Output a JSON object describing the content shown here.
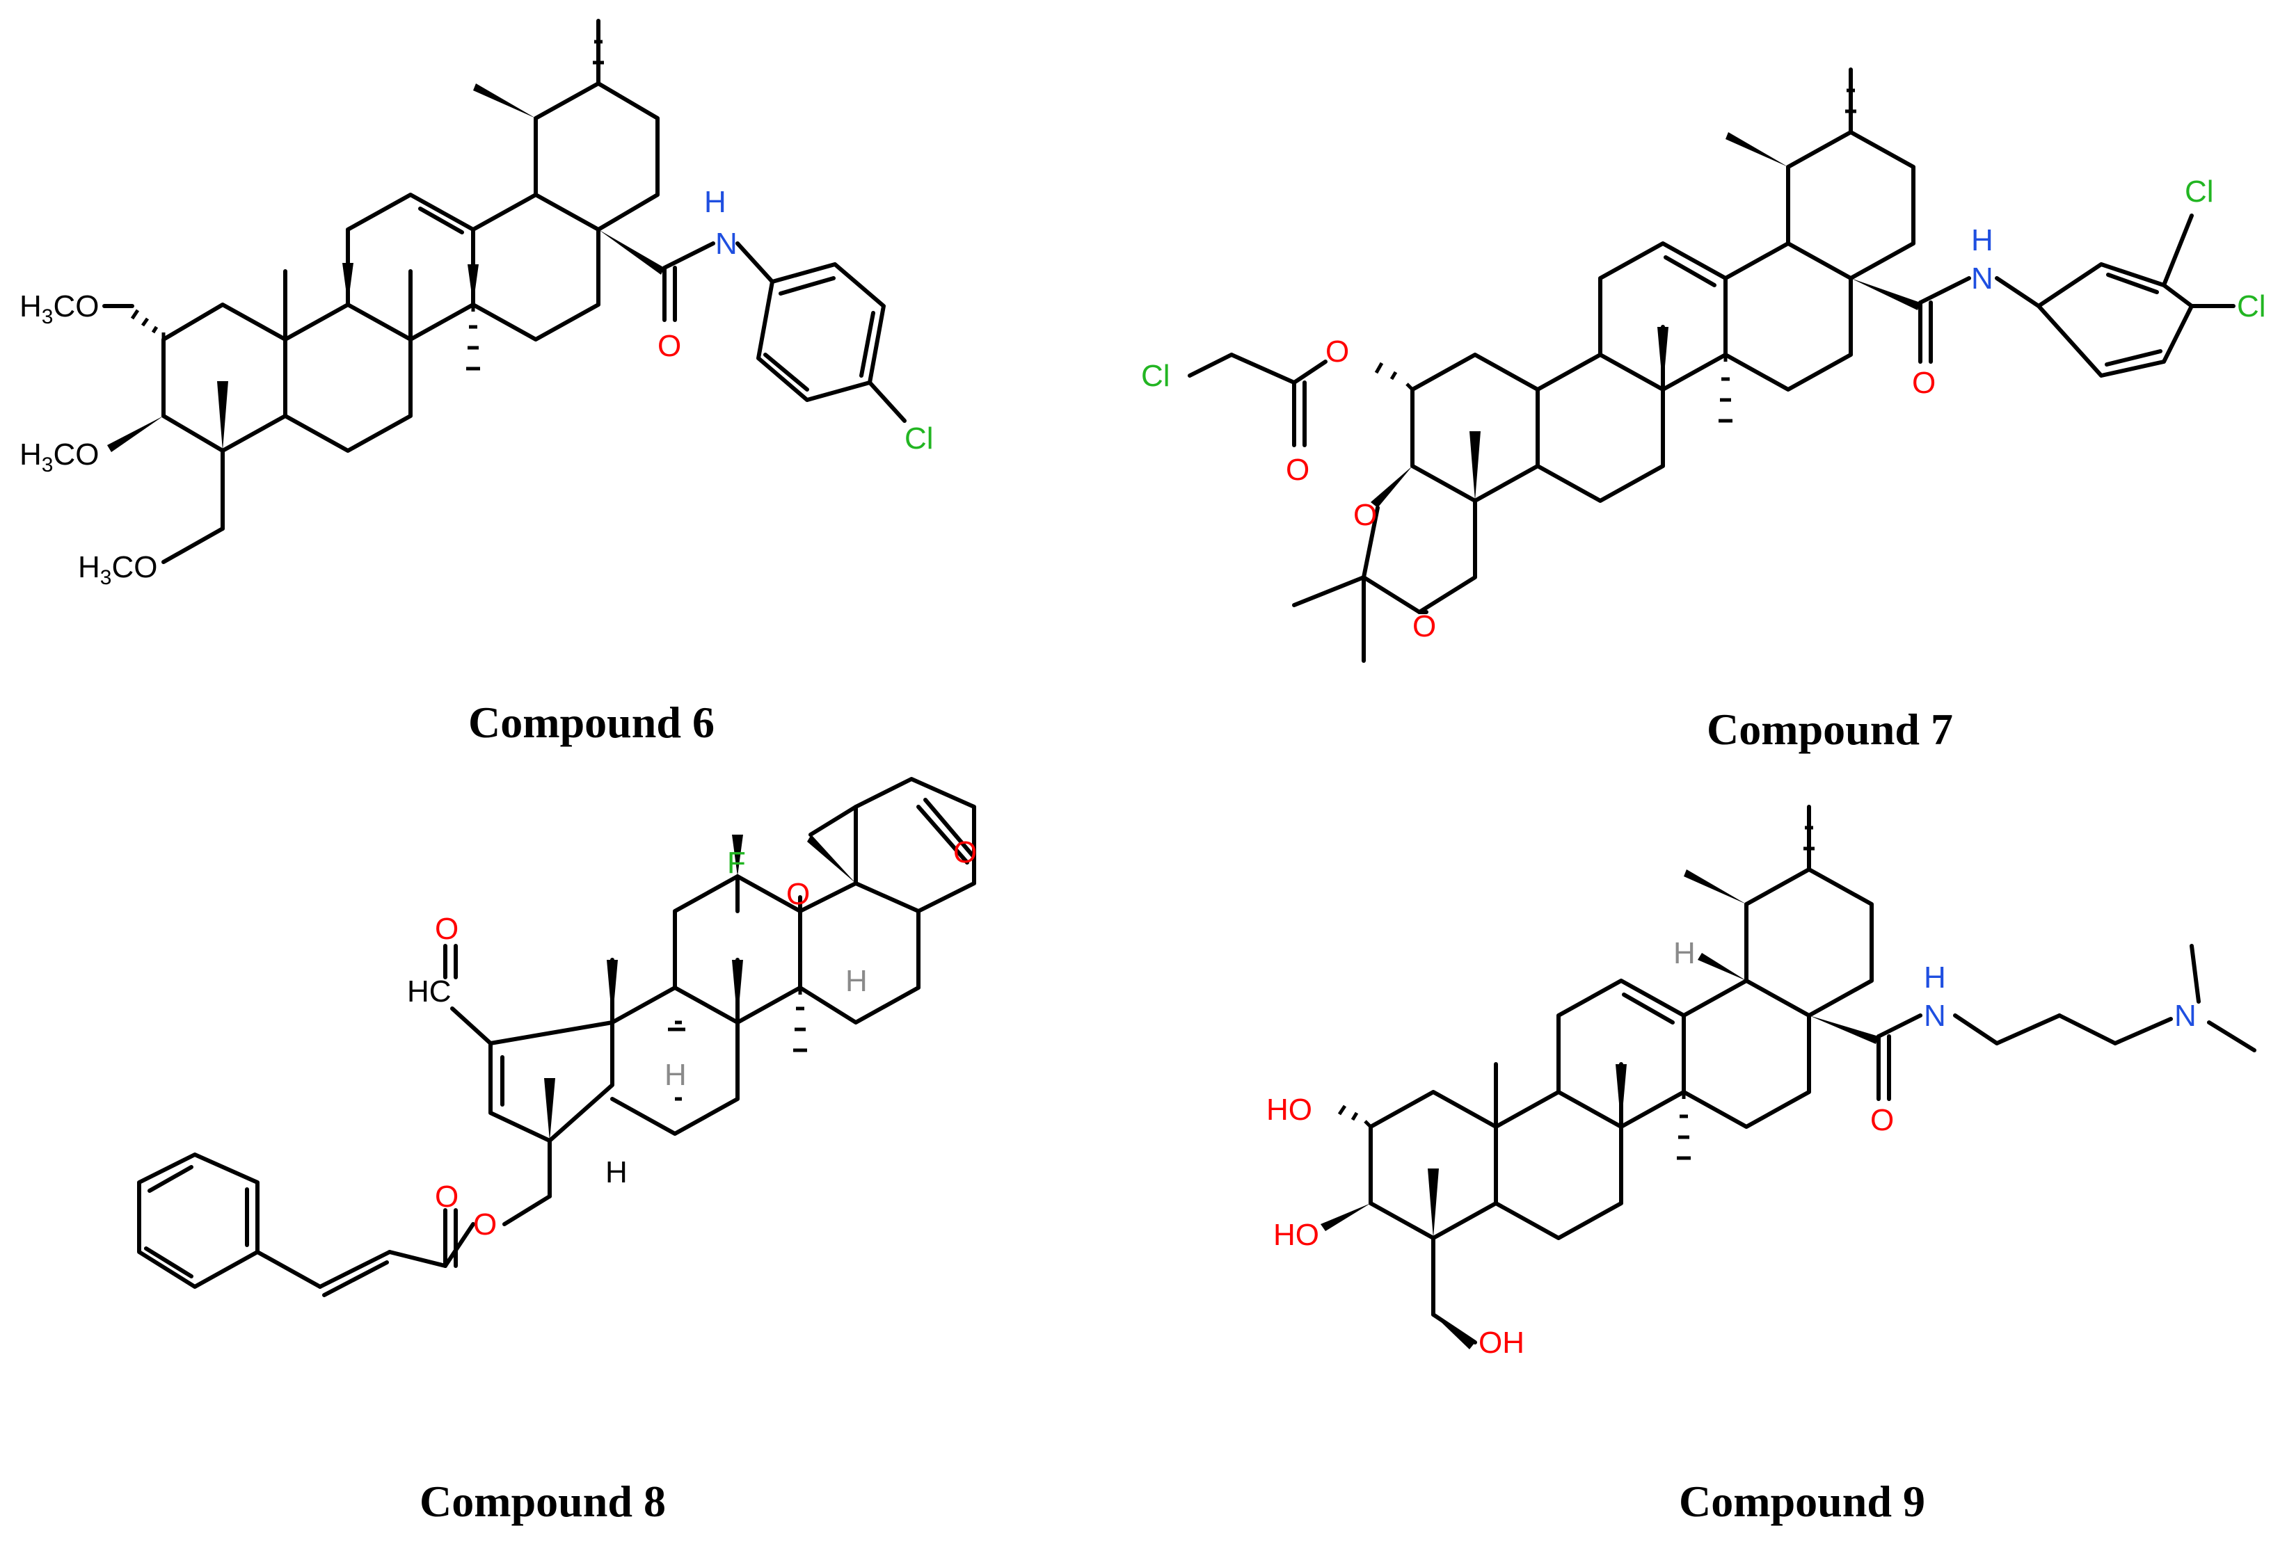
{
  "colors": {
    "bond": "#000000",
    "oxygen": "#ff0000",
    "nitrogen": "#1f4fe0",
    "chlorine_fluorine": "#22b522",
    "hydrogen_stereo": "#8a8a8a",
    "caption": "#000000"
  },
  "compounds": [
    {
      "caption": "Compound 6",
      "atoms": {
        "ome1_h": "H",
        "ome1_sub": "3",
        "ome1_rest": "CO",
        "ome2_h": "H",
        "ome2_sub": "3",
        "ome2_rest": "CO",
        "ome3_h": "H",
        "ome3_sub": "3",
        "ome3_rest": "CO",
        "amide_n": "N",
        "amide_nh": "H",
        "amide_o": "O",
        "cl": "Cl"
      }
    },
    {
      "caption": "Compound 7",
      "atoms": {
        "cl_acyl": "Cl",
        "ester_o": "O",
        "carbonyl_o": "O",
        "acetal_o1": "O",
        "acetal_o2": "O",
        "amide_n": "N",
        "amide_nh": "H",
        "amide_o": "O",
        "cl_ar1": "Cl",
        "cl_ar2": "Cl"
      }
    },
    {
      "caption": "Compound 8",
      "atoms": {
        "cho_o": "O",
        "cho_hc": "HC",
        "f": "F",
        "lactone_o": "O",
        "lactone_co": "O",
        "h1": "H",
        "h2": "H",
        "h3": "H",
        "ester_o": "O",
        "ester_co": "O"
      }
    },
    {
      "caption": "Compound 9",
      "atoms": {
        "ho1": "HO",
        "ho2": "HO",
        "oh3": "OH",
        "h_stereo": "H",
        "amide_n": "N",
        "amide_nh": "H",
        "amide_o": "O",
        "amine_n": "N"
      }
    }
  ]
}
